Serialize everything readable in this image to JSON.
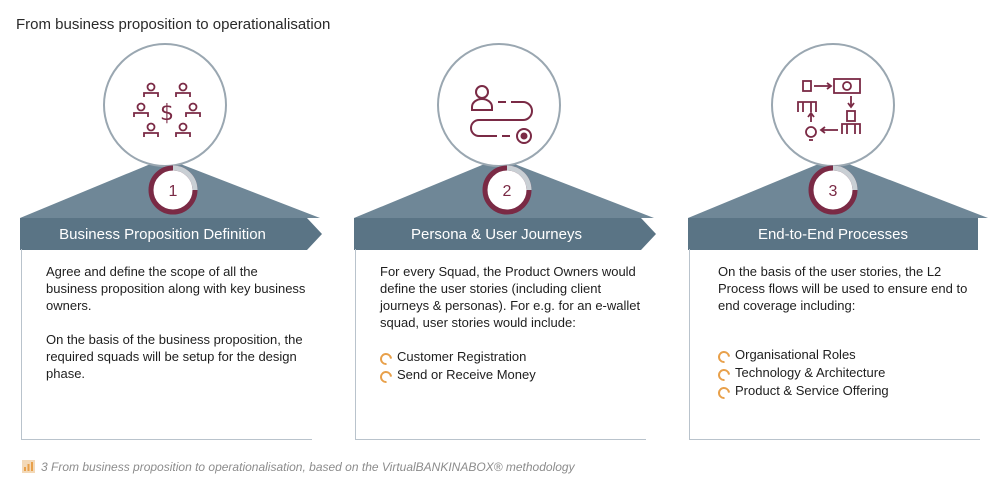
{
  "page": {
    "title": "From business proposition to operationalisation",
    "caption": "3 From business proposition to operationalisation, based on the VirtualBANKINABOX® methodology"
  },
  "colors": {
    "header_bar": "#5a7485",
    "header_arrow_tip": "#4a6373",
    "triangle": "#6f8797",
    "circle_border": "#9aa7b1",
    "accent": "#7a2a45",
    "bullet": "#e8a04a"
  },
  "cards": [
    {
      "number": "1",
      "icon": "people-money-icon",
      "heading": "Business Proposition Definition",
      "paragraphs": [
        "Agree and define the scope of all the business proposition along with key business owners.",
        "On the basis of the business proposition, the required squads will be setup for the design phase."
      ],
      "bullets": []
    },
    {
      "number": "2",
      "icon": "user-journey-icon",
      "heading": "Persona & User Journeys",
      "paragraphs": [
        "For every Squad, the Product Owners would define the user stories (including client journeys & personas). For e.g. for an e-wallet squad, user stories would include:"
      ],
      "bullets": [
        "Customer Registration",
        "Send or Receive Money"
      ]
    },
    {
      "number": "3",
      "icon": "process-flow-icon",
      "heading": "End-to-End Processes",
      "paragraphs": [
        "On the basis of the user stories, the L2 Process flows will be used to ensure end to end coverage including:"
      ],
      "bullets": [
        "Organisational Roles",
        "Technology & Architecture",
        "Product & Service Offering"
      ]
    }
  ]
}
